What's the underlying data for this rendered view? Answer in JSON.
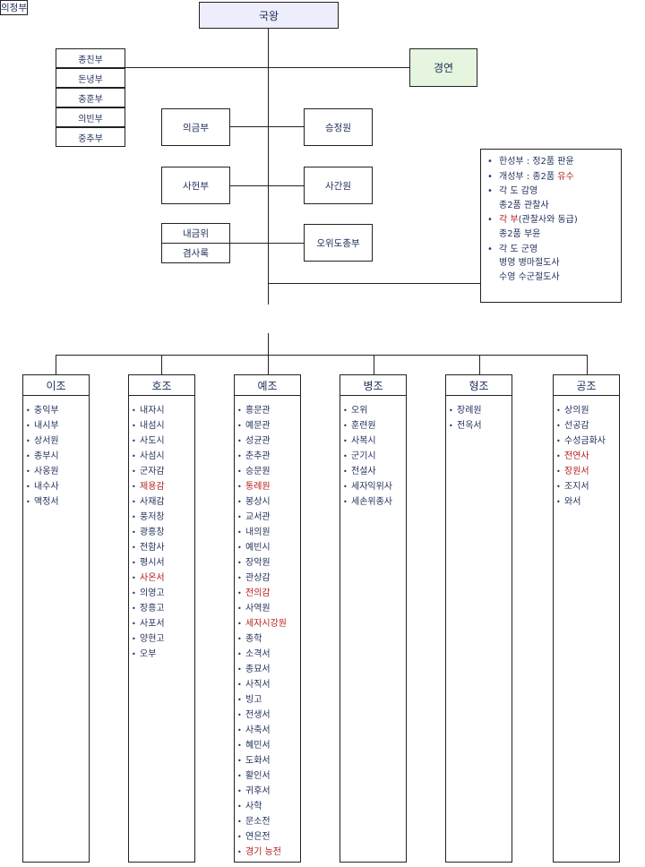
{
  "king": "국왕",
  "gyeongyeon": "경연",
  "left_stack": [
    "종친부",
    "돈녕부",
    "충훈부",
    "의빈부",
    "중추부"
  ],
  "pairs": [
    {
      "left": "의금부",
      "right": "승정원"
    },
    {
      "left": "사헌부",
      "right": "사간원"
    },
    {
      "left_top": "내금위",
      "left_bottom": "겸사록",
      "right": "오위도총부"
    }
  ],
  "provinces": [
    {
      "bullet": "•",
      "lines": [
        [
          {
            "t": "한성부 : 정2품 판윤"
          }
        ]
      ]
    },
    {
      "bullet": "•",
      "lines": [
        [
          {
            "t": "개성부 : 종2품 "
          },
          {
            "t": "유수",
            "red": true
          }
        ]
      ]
    },
    {
      "bullet": "•",
      "lines": [
        [
          {
            "t": "각 도 감영"
          }
        ],
        [
          {
            "t": "종2품 관찰사"
          }
        ]
      ]
    },
    {
      "bullet": "•",
      "lines": [
        [
          {
            "t": "각 부",
            "red": true
          },
          {
            "t": "(관찰사와 동급)"
          }
        ],
        [
          {
            "t": "종2품 부윤"
          }
        ]
      ]
    },
    {
      "bullet": "•",
      "lines": [
        [
          {
            "t": "각 도 군영"
          }
        ],
        [
          {
            "t": "병영 병마절도사"
          }
        ],
        [
          {
            "t": "수영 수군절도사"
          }
        ]
      ]
    }
  ],
  "uijeongbu": "의정부",
  "ministries": [
    {
      "name": "이조",
      "items": [
        {
          "t": "충익부"
        },
        {
          "t": "내시부"
        },
        {
          "t": "상서원"
        },
        {
          "t": "종부시"
        },
        {
          "t": "사옹원"
        },
        {
          "t": "내수사"
        },
        {
          "t": "액정서"
        }
      ]
    },
    {
      "name": "호조",
      "items": [
        {
          "t": "내자시"
        },
        {
          "t": "내섬시"
        },
        {
          "t": "사도시"
        },
        {
          "t": "사섬시"
        },
        {
          "t": "군자감"
        },
        {
          "t": "제용감",
          "red": true
        },
        {
          "t": "사재감"
        },
        {
          "t": "풍저창"
        },
        {
          "t": "광흥창"
        },
        {
          "t": "전함사"
        },
        {
          "t": "평시서"
        },
        {
          "t": "사온서",
          "red": true
        },
        {
          "t": "의영고"
        },
        {
          "t": "장흥고"
        },
        {
          "t": "사포서"
        },
        {
          "t": "양현고"
        },
        {
          "t": "오부"
        }
      ]
    },
    {
      "name": "예조",
      "items": [
        {
          "t": "홍문관"
        },
        {
          "t": "예문관"
        },
        {
          "t": "성균관"
        },
        {
          "t": "춘추관"
        },
        {
          "t": "승문원"
        },
        {
          "t": "통례원",
          "red": true
        },
        {
          "t": "봉상시"
        },
        {
          "t": "교서관"
        },
        {
          "t": "내의원"
        },
        {
          "t": "예빈시"
        },
        {
          "t": "장악원"
        },
        {
          "t": "관상감"
        },
        {
          "t": "전의감",
          "red": true
        },
        {
          "t": "사역원"
        },
        {
          "t": "세자시강원",
          "red": true
        },
        {
          "t": "종학"
        },
        {
          "t": "소격서"
        },
        {
          "t": "종묘서"
        },
        {
          "t": "사직서"
        },
        {
          "t": "빙고"
        },
        {
          "t": "전생서"
        },
        {
          "t": "사축서"
        },
        {
          "t": "혜민서"
        },
        {
          "t": "도화서"
        },
        {
          "t": "활인서"
        },
        {
          "t": "귀후서"
        },
        {
          "t": "사학"
        },
        {
          "t": "문소전"
        },
        {
          "t": "연은전"
        },
        {
          "t": "경기 능전",
          "red": true
        }
      ]
    },
    {
      "name": "병조",
      "items": [
        {
          "t": "오위"
        },
        {
          "t": "훈련원"
        },
        {
          "t": "사복시"
        },
        {
          "t": "군기시"
        },
        {
          "t": "전설사"
        },
        {
          "t": "세자익위사"
        },
        {
          "t": "세손위종사"
        }
      ]
    },
    {
      "name": "형조",
      "items": [
        {
          "t": "장례원"
        },
        {
          "t": "전옥서"
        }
      ]
    },
    {
      "name": "공조",
      "items": [
        {
          "t": "상의원"
        },
        {
          "t": "선공감"
        },
        {
          "t": "수성금화사"
        },
        {
          "t": "전연사",
          "red": true
        },
        {
          "t": "장원서",
          "red": true
        },
        {
          "t": "조지서"
        },
        {
          "t": "와서"
        }
      ]
    }
  ],
  "item_bullet": "•",
  "colors": {
    "text": "#1f2f5a",
    "red": "#b71c1c",
    "header_fill": "#eeeefc",
    "green_fill": "#e5f5df"
  }
}
